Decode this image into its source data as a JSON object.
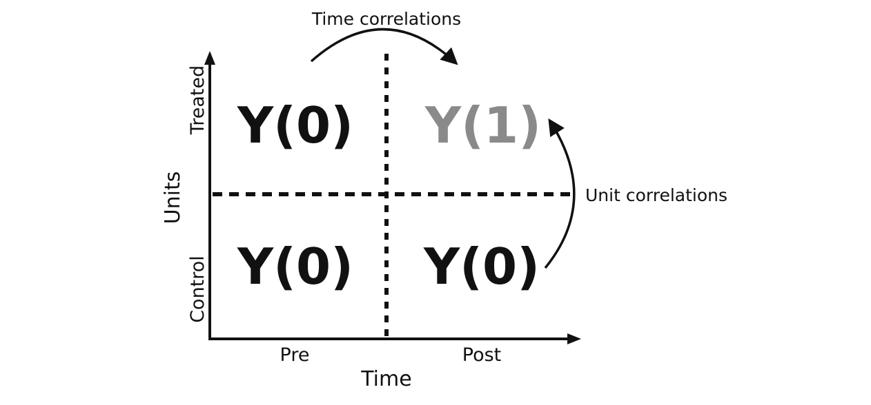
{
  "x_axis": {
    "title": "Time",
    "ticks": [
      "Pre",
      "Post"
    ]
  },
  "y_axis": {
    "title": "Units",
    "ticks": [
      "Control",
      "Treated"
    ]
  },
  "cells": {
    "treated_pre": "Y(0)",
    "treated_post": "Y(1)",
    "control_pre": "Y(0)",
    "control_post": "Y(0)"
  },
  "annotations": {
    "time": "Time correlations",
    "unit": "Unit correlations"
  },
  "colors": {
    "ink": "#111111",
    "highlight_cell": "#8a8a8a"
  }
}
